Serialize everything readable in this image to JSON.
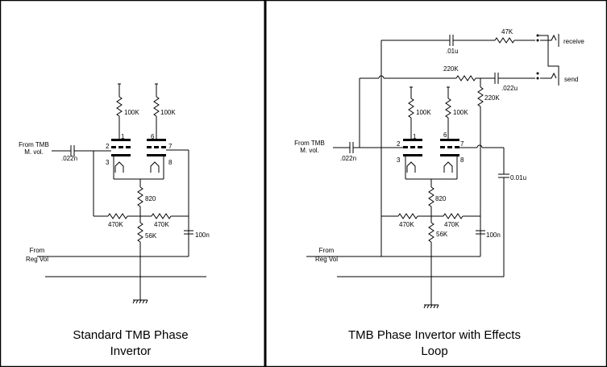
{
  "left_panel": {
    "caption_line1": "Standard TMB Phase",
    "caption_line2": "Invertor",
    "input_label_1": "From TMB",
    "input_label_2": "M. vol.",
    "input_cap": ".022n",
    "plate_res_1": "100K",
    "plate_res_2": "100K",
    "pin_1": "1",
    "pin_2": "2",
    "pin_3": "3",
    "pin_6": "6",
    "pin_7": "7",
    "pin_8": "8",
    "cathode_res": "820",
    "grid_res_1": "470K",
    "grid_res_2": "470K",
    "tail_res": "56K",
    "bypass_cap": "100n",
    "reg_label_1": "From",
    "reg_label_2": "Reg Vol"
  },
  "right_panel": {
    "caption_line1": "TMB Phase Invertor with Effects",
    "caption_line2": "Loop",
    "loop_cap": ".01u",
    "loop_res": "47K",
    "jack_receive": "receive",
    "jack_send": "send",
    "fb_res": "220K",
    "send_cap": ".022u",
    "plate_load_res": "220K",
    "input_label_1": "From TMB",
    "input_label_2": "M. vol.",
    "input_cap": ".022n",
    "plate_res_1": "100K",
    "plate_res_2": "100K",
    "pin_1": "1",
    "pin_2": "2",
    "pin_3": "3",
    "pin_6": "6",
    "pin_7": "7",
    "pin_8": "8",
    "cathode_res": "820",
    "grid_res_1": "470K",
    "grid_res_2": "470K",
    "tail_res": "56K",
    "bypass_cap": "100n",
    "coupling_cap": "0.01u",
    "reg_label_1": "From",
    "reg_label_2": "Reg Vol"
  }
}
